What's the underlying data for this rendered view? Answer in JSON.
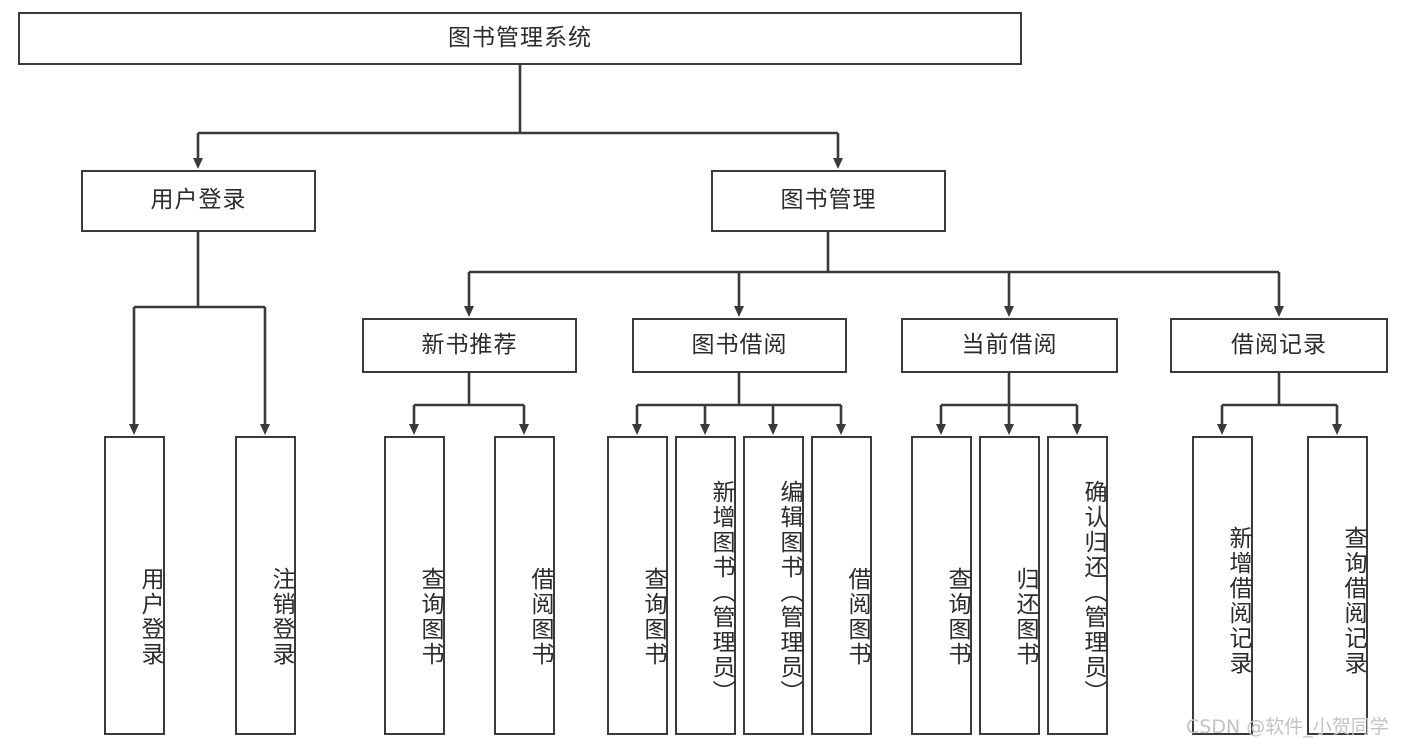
{
  "diagram": {
    "title_node": {
      "label": "图书管理系统"
    },
    "level1": [
      {
        "label": "用户登录"
      },
      {
        "label": "图书管理"
      }
    ],
    "level2": [
      {
        "label": "新书推荐"
      },
      {
        "label": "图书借阅"
      },
      {
        "label": "当前借阅"
      },
      {
        "label": "借阅记录"
      }
    ],
    "leaves": {
      "user_login": [
        {
          "label": "用户登录"
        },
        {
          "label": "注销登录"
        }
      ],
      "new_book_recommend": [
        {
          "label": "查询图书"
        },
        {
          "label": "借阅图书"
        }
      ],
      "book_borrow": [
        {
          "label": "查询图书"
        },
        {
          "label": "新增图书（管理员）"
        },
        {
          "label": "编辑图书（管理员）"
        },
        {
          "label": "借阅图书"
        }
      ],
      "current_borrow": [
        {
          "label": "查询图书"
        },
        {
          "label": "归还图书"
        },
        {
          "label": "确认归还（管理员）"
        }
      ],
      "borrow_record": [
        {
          "label": "新增借阅记录"
        },
        {
          "label": "查询借阅记录"
        }
      ]
    }
  },
  "watermark": {
    "text": "CSDN @软件_小贺同学"
  },
  "colors": {
    "stroke": "#3a3a3a",
    "text": "#2b2b2b",
    "background": "#ffffff",
    "watermark": "#c3c3c3"
  }
}
